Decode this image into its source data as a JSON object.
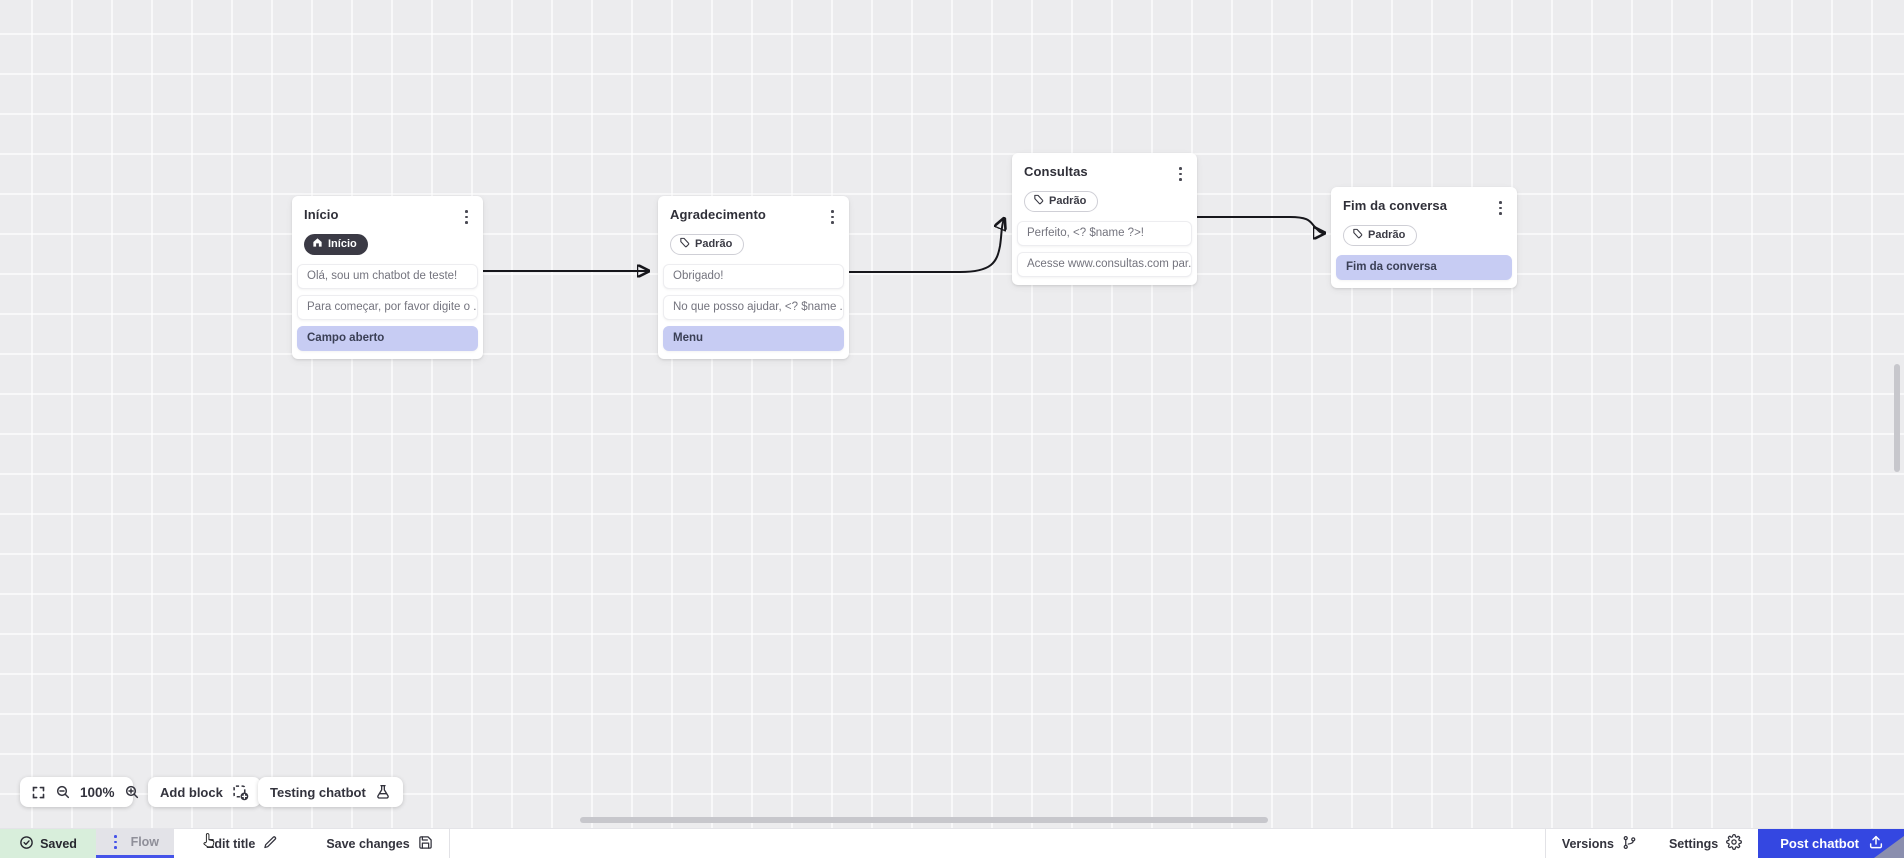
{
  "colors": {
    "accent": "#3447e1",
    "tab_accent": "#4553e9",
    "action_row_bg": "#c7ccf3",
    "start_badge_bg": "#3b3a45",
    "saved_bg": "#d8eedb",
    "canvas_bg": "#ececee",
    "arrow": "#17171c"
  },
  "nodes": [
    {
      "title": "Início",
      "badge": "Início",
      "badge_icon": "home-icon",
      "items": [
        {
          "text": "Olá, sou um chatbot de teste!"
        },
        {
          "text": "Para começar, por favor digite o ..."
        },
        {
          "text": "Campo aberto"
        }
      ]
    },
    {
      "title": "Agradecimento",
      "badge": "Padrão",
      "badge_icon": "tag-icon",
      "items": [
        {
          "text": "Obrigado!"
        },
        {
          "text": "No que posso ajudar, <? $name ..."
        },
        {
          "text": "Menu"
        }
      ]
    },
    {
      "title": "Consultas",
      "badge": "Padrão",
      "badge_icon": "tag-icon",
      "items": [
        {
          "text": "Perfeito, <? $name ?>!"
        },
        {
          "text": "Acesse www.consultas.com par..."
        }
      ]
    },
    {
      "title": "Fim da conversa",
      "badge": "Padrão",
      "badge_icon": "tag-icon",
      "items": [
        {
          "text": "Fim da conversa"
        }
      ]
    }
  ],
  "toolbar": {
    "zoom_level": "100%",
    "add_block_label": "Add block",
    "testing_label": "Testing chatbot"
  },
  "statusbar": {
    "saved_label": "Saved",
    "flow_tab_label": "Flow",
    "edit_title_label": "Edit title",
    "save_changes_label": "Save changes",
    "versions_label": "Versions",
    "settings_label": "Settings",
    "post_button_label": "Post chatbot"
  }
}
